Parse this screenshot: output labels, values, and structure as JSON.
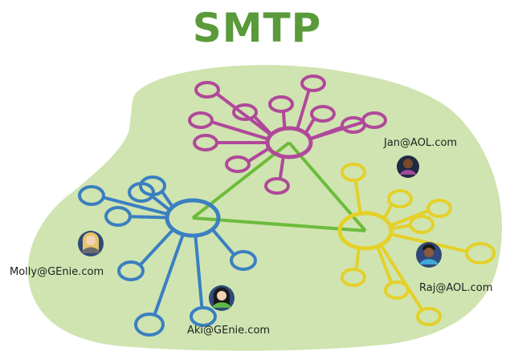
{
  "title": "SMTP",
  "colors": {
    "title": "#5a9a3a",
    "cloud": "#cfe4b0",
    "link": "#6cbb3c",
    "purple": "#b0489a",
    "blue": "#3a7fc1",
    "yellow": "#e5d029"
  },
  "users": {
    "jan": "Jan@AOL.com",
    "molly": "Molly@GEnie.com",
    "aki": "Aki@GEnie.com",
    "raj": "Raj@AOL.com"
  },
  "icons": [
    "person-avatar-icon"
  ]
}
